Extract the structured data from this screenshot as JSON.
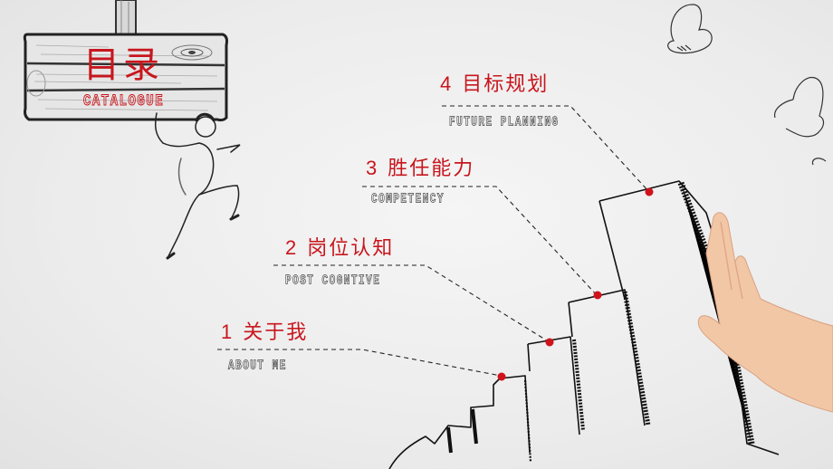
{
  "slide": {
    "title": "目录",
    "subtitle": "CATALOGUE",
    "accent_color": "#c8161d",
    "items": [
      {
        "number": "1",
        "title": "关于我",
        "subtitle": "ABOUT ME"
      },
      {
        "number": "2",
        "title": "岗位认知",
        "subtitle": "POST COGNTIVE"
      },
      {
        "number": "3",
        "title": "胜任能力",
        "subtitle": "COMPETENCY"
      },
      {
        "number": "4",
        "title": "目标规划",
        "subtitle": "FUTURE PLANNING"
      }
    ]
  },
  "illustrations": {
    "sign": "wooden-sign-icon",
    "man": "hanging-man-icon",
    "steps": "sketched-steps-icon",
    "hand": "hand-icon",
    "clouds": "cloud-icon"
  }
}
